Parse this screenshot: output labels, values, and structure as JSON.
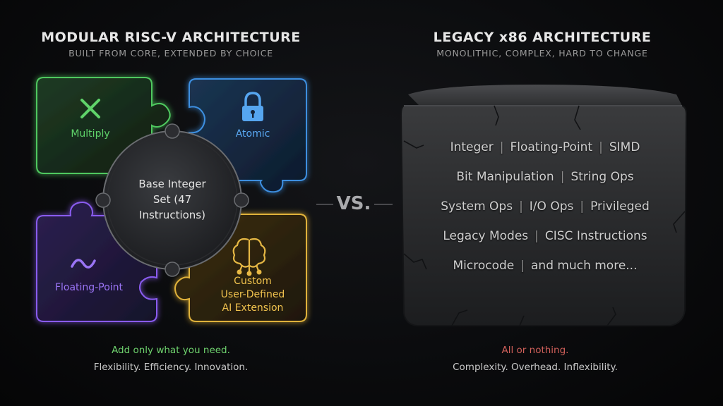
{
  "left": {
    "title": "MODULAR RISC-V ARCHITECTURE",
    "subtitle": "BUILT FROM CORE, EXTENDED BY CHOICE",
    "pieces": {
      "multiply": "Multiply",
      "atomic": "Atomic",
      "floating_point": "Floating-Point",
      "custom_line1": "Custom",
      "custom_line2": "User-Defined",
      "custom_line3": "AI Extension"
    },
    "core_line1": "Base Integer",
    "core_line2": "Set (47",
    "core_line3": "Instructions)",
    "footer_line1": "Add only what you need.",
    "footer_line2": "Flexibility. Efficiency. Innovation."
  },
  "vs": "VS.",
  "right": {
    "title": "LEGACY x86 ARCHITECTURE",
    "subtitle": "MONOLITHIC, COMPLEX, HARD TO CHANGE",
    "rows": [
      [
        "Integer",
        "Floating-Point",
        "SIMD"
      ],
      [
        "Bit Manipulation",
        "String Ops"
      ],
      [
        "System Ops",
        "I/O Ops",
        "Privileged"
      ],
      [
        "Legacy Modes",
        "CISC Instructions"
      ],
      [
        "Microcode",
        "and much more..."
      ]
    ],
    "footer_line1": "All or nothing.",
    "footer_line2": "Complexity. Overhead. Inflexibility."
  },
  "colors": {
    "green": "#5fd36a",
    "blue": "#3d8fe0",
    "purple": "#8a5cf0",
    "gold": "#e0b23a",
    "red": "#d0605a"
  }
}
